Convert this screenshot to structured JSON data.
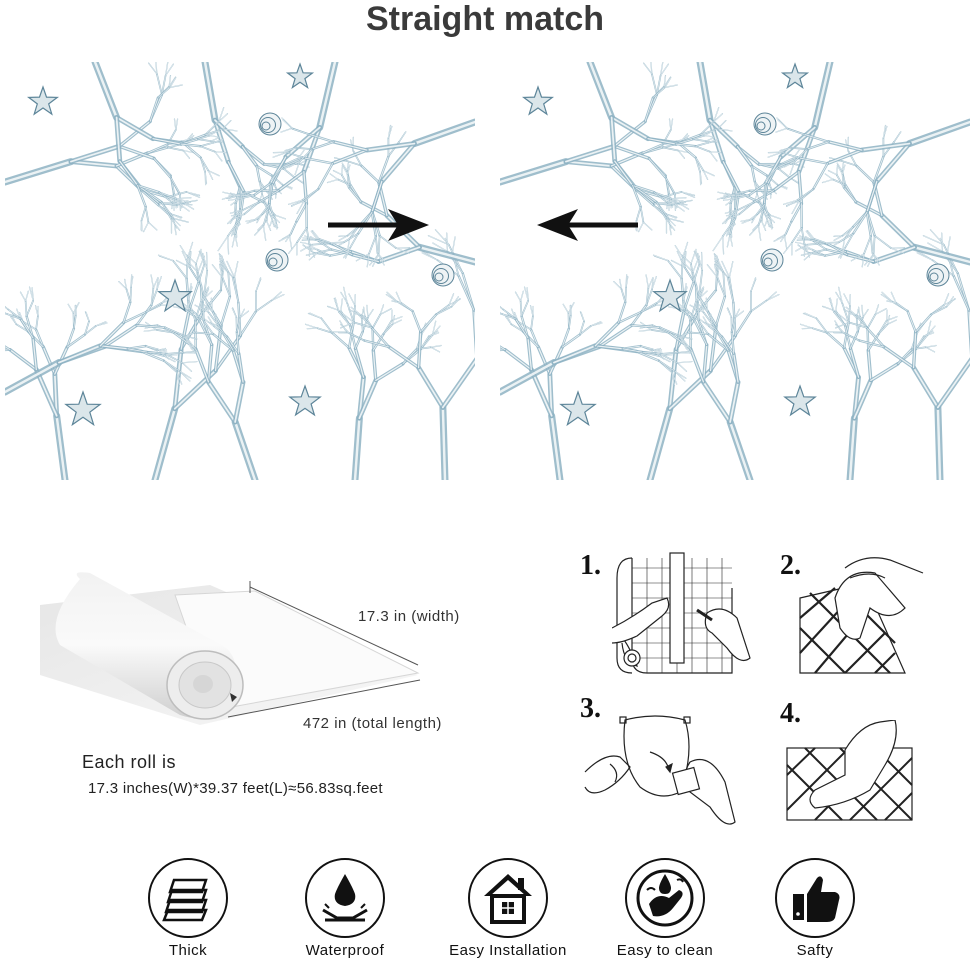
{
  "title": "Straight match",
  "roll": {
    "width_label": "17.3 in  (width)",
    "length_label": "472 in  (total length)",
    "caption": "Each roll is",
    "spec": "17.3 inches(W)*39.37 feet(L)≈56.83sq.feet"
  },
  "steps": [
    {
      "number": "1."
    },
    {
      "number": "2."
    },
    {
      "number": "3."
    },
    {
      "number": "4."
    }
  ],
  "features": [
    {
      "label": "Thick",
      "icon": "layers-icon"
    },
    {
      "label": "Waterproof",
      "icon": "water-drop-icon"
    },
    {
      "label": "Easy Installation",
      "icon": "house-icon"
    },
    {
      "label": "Easy to clean",
      "icon": "hand-wash-icon"
    },
    {
      "label": "Safty",
      "icon": "thumbs-up-icon"
    }
  ],
  "colors": {
    "coral": "#8fb3c4",
    "coral_dark": "#5d8599",
    "title": "#3a3a3a"
  }
}
